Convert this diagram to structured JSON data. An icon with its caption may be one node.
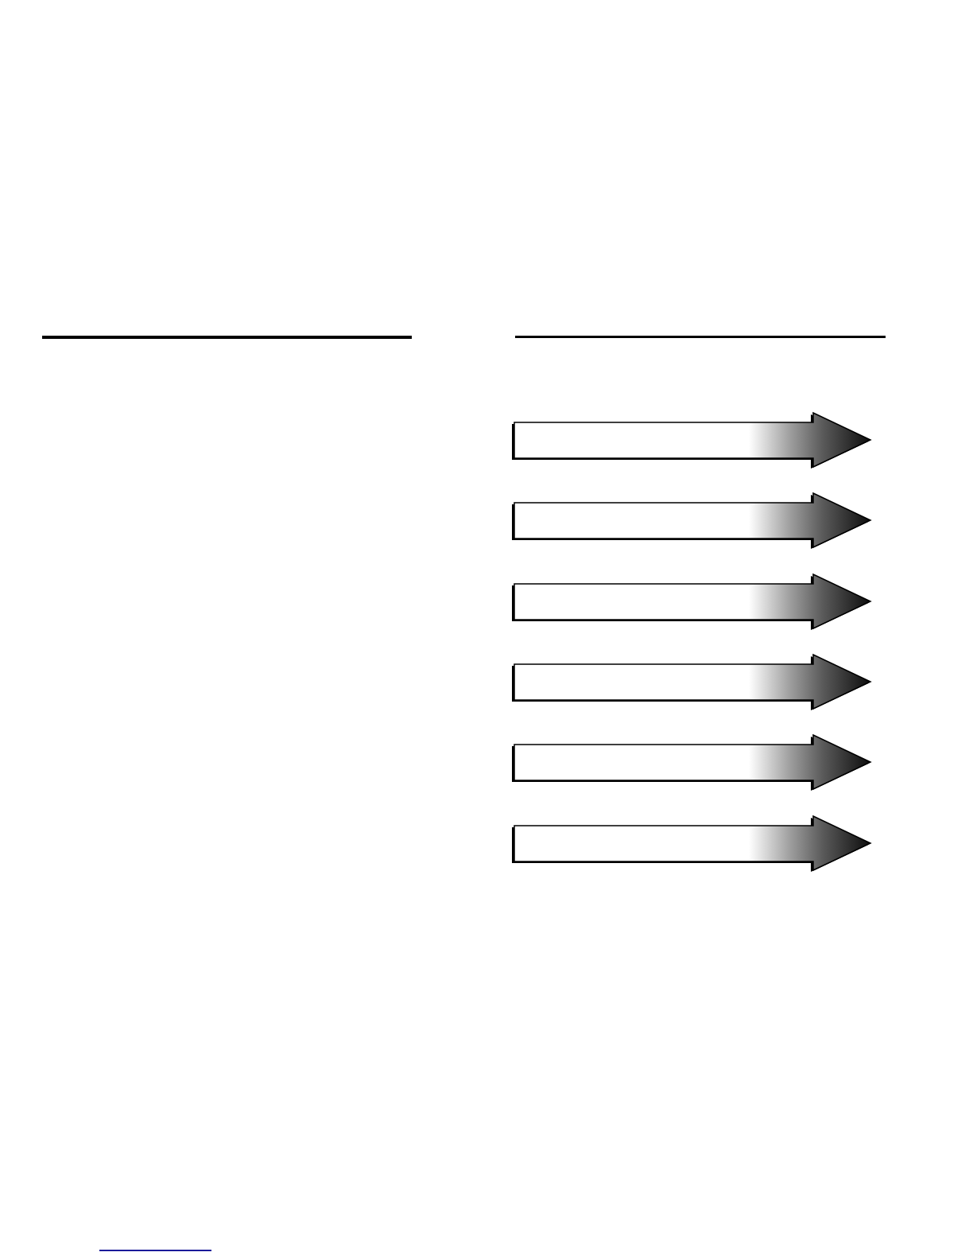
{
  "diagram": {
    "nodes": [
      {
        "text": [],
        "shape": "arrow"
      },
      {
        "text": [],
        "shape": "arrow"
      },
      {
        "text": [],
        "shape": "arrow"
      },
      {
        "text": [],
        "shape": "arrow"
      },
      {
        "text": [],
        "shape": "arrow"
      },
      {
        "text": [],
        "shape": "arrow"
      }
    ]
  }
}
